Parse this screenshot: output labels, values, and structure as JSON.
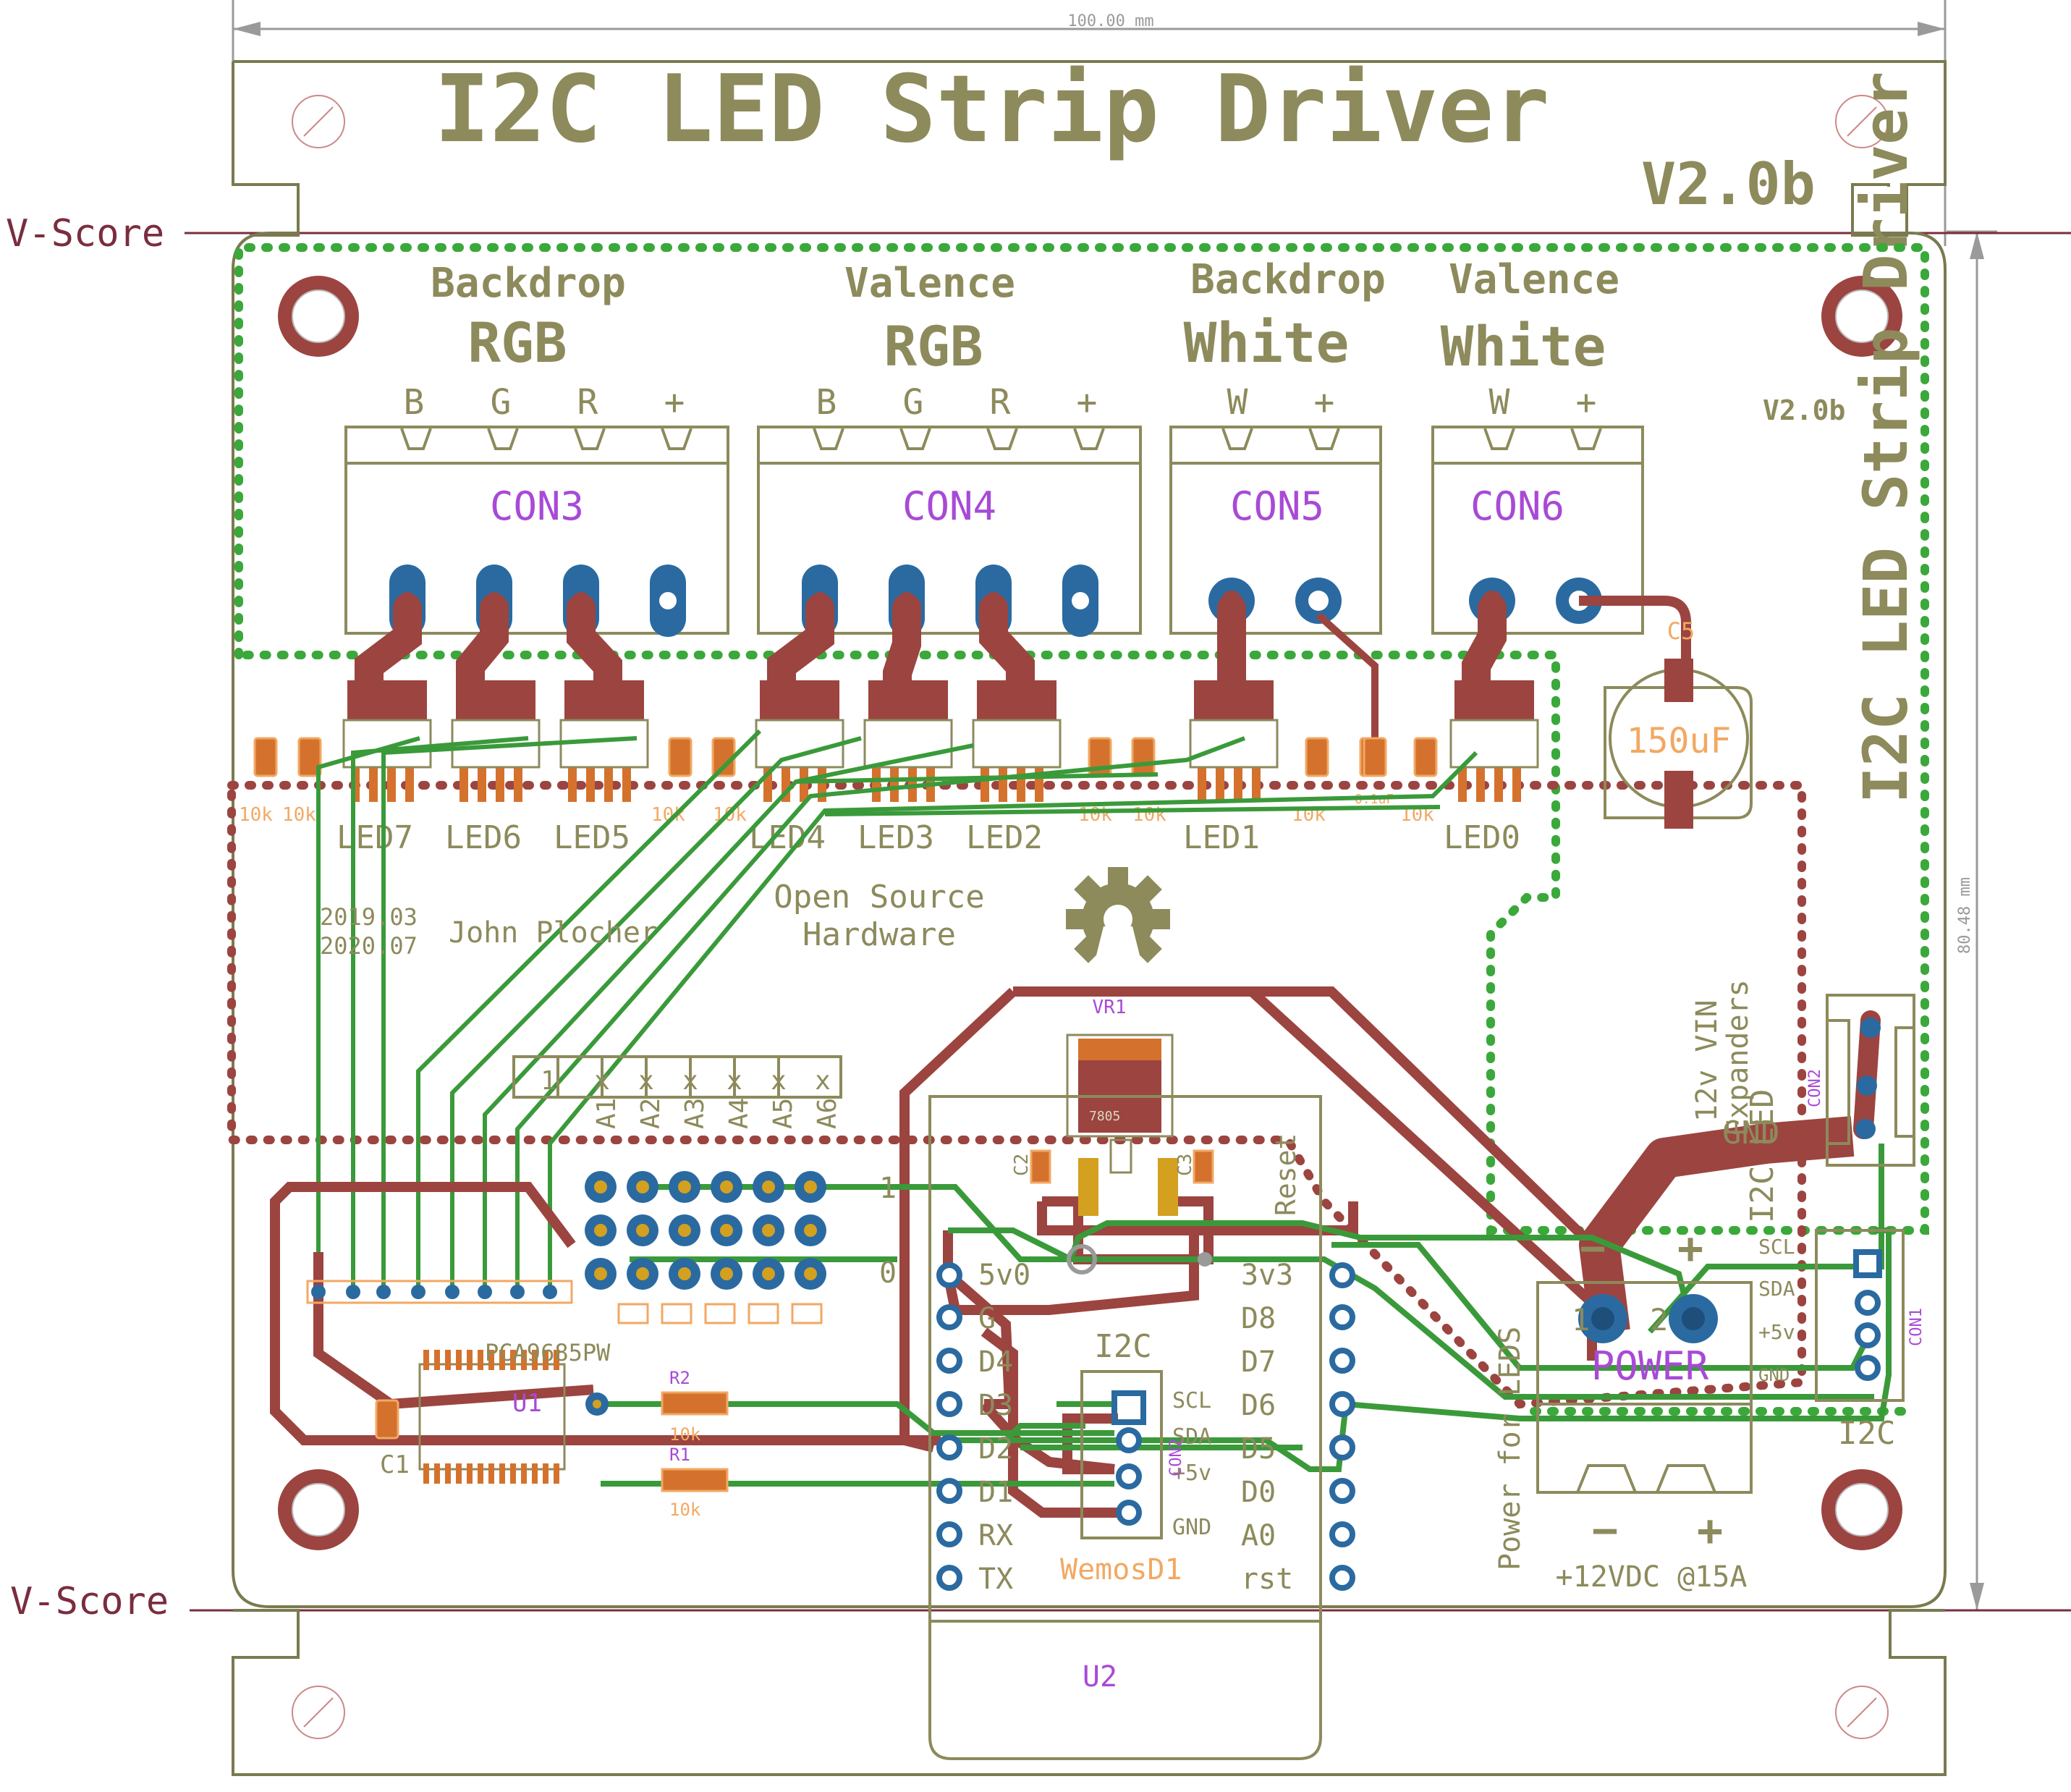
{
  "title": "I2C LED Strip Driver",
  "version": "V2.0b",
  "version_small": "V2.0b",
  "side_title": "I2C LED Strip Driver",
  "side_title_2": "I2C LED",
  "dimension_width": "100.00 mm",
  "dimension_height": "80.48 mm",
  "vscore_top": "V-Score",
  "vscore_bottom": "V-Score",
  "groups": [
    {
      "label": "Backdrop",
      "type": "RGB",
      "pins": [
        "B",
        "G",
        "R",
        "+"
      ],
      "connector": "CON3"
    },
    {
      "label": "Valence",
      "type": "RGB",
      "pins": [
        "B",
        "G",
        "R",
        "+"
      ],
      "connector": "CON4"
    },
    {
      "label": "Backdrop",
      "type": "White",
      "pins": [
        "W",
        "+"
      ],
      "connector": "CON5"
    },
    {
      "label": "Valence",
      "type": "White",
      "pins": [
        "W",
        "+"
      ],
      "connector": "CON6"
    }
  ],
  "led_labels": [
    "LED7",
    "LED6",
    "LED5",
    "LED4",
    "LED3",
    "LED2",
    "LED1",
    "LED0"
  ],
  "resistor_values": [
    "10k",
    "10k",
    "10k",
    "10k",
    "10k",
    "10k",
    "10k",
    "10k"
  ],
  "cap_c5": {
    "name": "C5",
    "value": "150uF"
  },
  "cap_c4_value": "0.1uF",
  "dates": [
    "2019.03",
    "2020.07"
  ],
  "author": "John Plocher",
  "oshw": [
    "Open Source",
    "Hardware"
  ],
  "regulator": {
    "name": "VR1",
    "part": "7805"
  },
  "address": {
    "headers": [
      "A1",
      "A2",
      "A3",
      "A4",
      "A5",
      "A6"
    ],
    "marks": [
      "1",
      "x",
      "x",
      "x",
      "x",
      "x",
      "x"
    ],
    "one": "1",
    "zero": "0"
  },
  "wemos": {
    "name": "WemosD1",
    "module": "U2",
    "left_pins": [
      "5v0",
      "G",
      "D4",
      "D3",
      "D2",
      "D1",
      "RX",
      "TX"
    ],
    "right_pins": [
      "3v3",
      "D8",
      "D7",
      "D6",
      "D5",
      "D0",
      "A0",
      "rst"
    ],
    "reset": "Reset"
  },
  "i2c_header": {
    "title": "I2C",
    "pins": [
      "SCL",
      "SDA",
      "+5v",
      "GND"
    ],
    "name": "CON2"
  },
  "i2c_out": {
    "pins": [
      "SCL",
      "SDA",
      "+5v",
      "GND"
    ],
    "label": "I2C",
    "name": "CON1"
  },
  "power": {
    "name": "POWER",
    "minus": "−",
    "plus": "+",
    "pin1": "1",
    "pin2": "2",
    "rating": "+12VDC @15A",
    "side_label": "Power for LEDS"
  },
  "expanders": {
    "lines": [
      "Expanders",
      "12v VIN"
    ],
    "gnd": "GND",
    "con": "CON2"
  },
  "u1": {
    "name": "U1",
    "part": "PCA9685PW",
    "cap": "C1",
    "r2": "R2",
    "r1": "R1",
    "r_val": "10k"
  },
  "c2_c3": [
    "C2",
    "C3"
  ],
  "colors": {
    "copper": "#9c4440",
    "trace": "#3a9a3a",
    "silk": "#8d8a5c",
    "pad": "#2a6aa0",
    "label": "#a84ad6",
    "value": "#f2a863",
    "keepout_green": "#3aa83a",
    "keepout_red": "#9c4440"
  }
}
